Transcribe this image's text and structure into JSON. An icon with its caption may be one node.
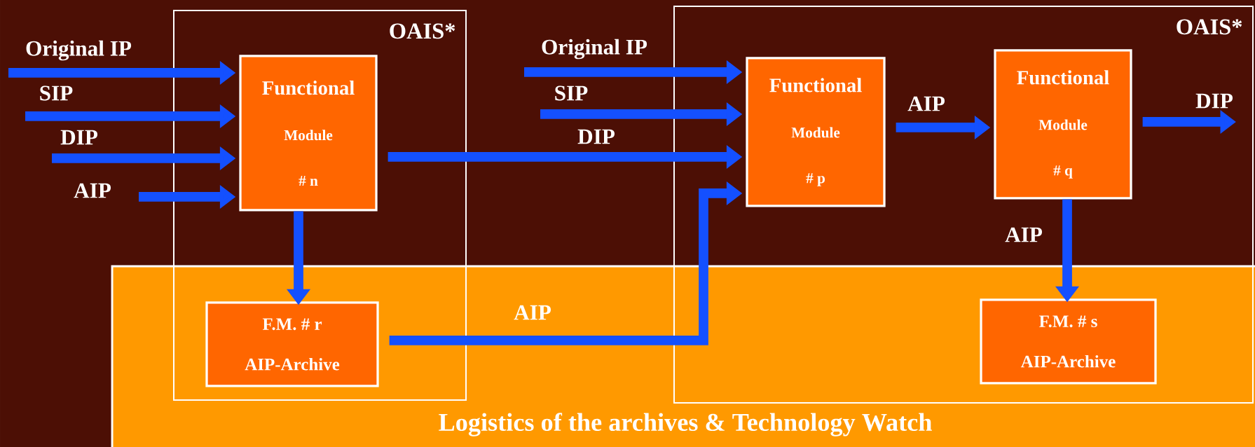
{
  "diagram": {
    "nodes": [
      {
        "text": [
          "OAIS*"
        ]
      },
      {
        "text": [
          "Functional",
          "Module",
          "# n"
        ],
        "in": 0
      },
      {
        "text": [
          "OAIS*"
        ]
      },
      {
        "text": [
          "Functional",
          "Module",
          "# p"
        ],
        "in": 2
      },
      {
        "text": [
          "Functional",
          "Module",
          "# q"
        ],
        "in": 2
      },
      {
        "text": [
          "F.M. # r",
          "AIP-Archive"
        ],
        "in": 0
      },
      {
        "text": [
          "F.M. # s",
          "AIP-Archive"
        ],
        "in": 2
      }
    ],
    "edges": [
      {
        "from": null,
        "to": 1,
        "arrow": "to",
        "label": "Original IP"
      },
      {
        "from": null,
        "to": 1,
        "arrow": "to",
        "label": "SIP"
      },
      {
        "from": null,
        "to": 1,
        "arrow": "to",
        "label": "DIP"
      },
      {
        "from": null,
        "to": 1,
        "arrow": "to",
        "label": "AIP"
      },
      {
        "from": 1,
        "to": 5,
        "arrow": "to"
      },
      {
        "from": null,
        "to": 3,
        "arrow": "to",
        "label": "Original IP"
      },
      {
        "from": null,
        "to": 3,
        "arrow": "to",
        "label": "SIP"
      },
      {
        "from": 1,
        "to": 3,
        "arrow": "to",
        "label": "DIP"
      },
      {
        "from": 5,
        "to": 3,
        "arrow": "to",
        "label": "AIP"
      },
      {
        "from": 3,
        "to": 4,
        "arrow": "to",
        "label": "AIP"
      },
      {
        "from": 4,
        "to": null,
        "arrow": "to",
        "label": "DIP"
      },
      {
        "from": 4,
        "to": 6,
        "arrow": "to",
        "label": "AIP"
      }
    ],
    "labels": [
      "Logistics of the archives & Technology Watch"
    ]
  }
}
